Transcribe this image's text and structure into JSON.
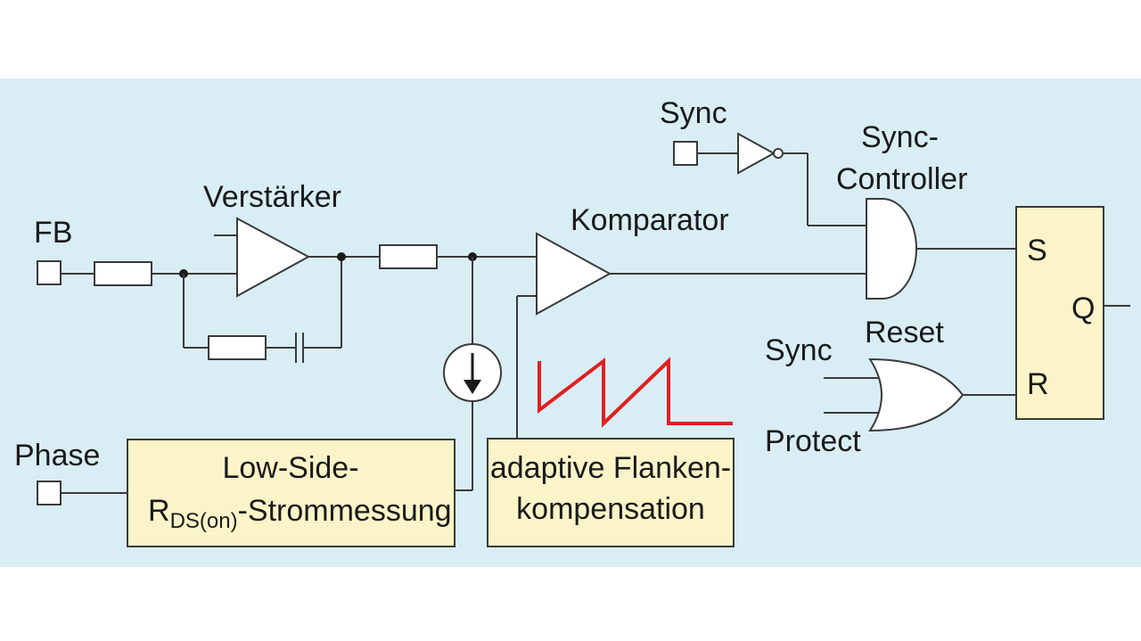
{
  "labels": {
    "fb": "FB",
    "phase": "Phase",
    "verstaerker": "Verstärker",
    "komparator": "Komparator",
    "sync_top": "Sync",
    "sync_controller_1": "Sync-",
    "sync_controller_2": "Controller",
    "reset": "Reset",
    "sync_or": "Sync",
    "protect": "Protect",
    "s": "S",
    "r": "R",
    "q": "Q"
  },
  "boxes": {
    "strommessung_line1": "Low-Side-",
    "strommessung_r": "R",
    "strommessung_sub": "DS(on)",
    "strommessung_rest": "-Strommessung",
    "flanken_line1": "adaptive Flanken-",
    "flanken_line2": "kompensation"
  },
  "colors": {
    "background": "#d9edf5",
    "box_fill": "#fbf4c8",
    "sawtooth": "#e02020",
    "wire": "#3a3a3a"
  },
  "icons": {
    "current_source": "down-arrow-current-source-icon",
    "sawtooth": "sawtooth-wave-icon",
    "not_gate": "not-gate-icon",
    "and_gate": "and-gate-icon",
    "or_gate": "or-gate-icon"
  }
}
